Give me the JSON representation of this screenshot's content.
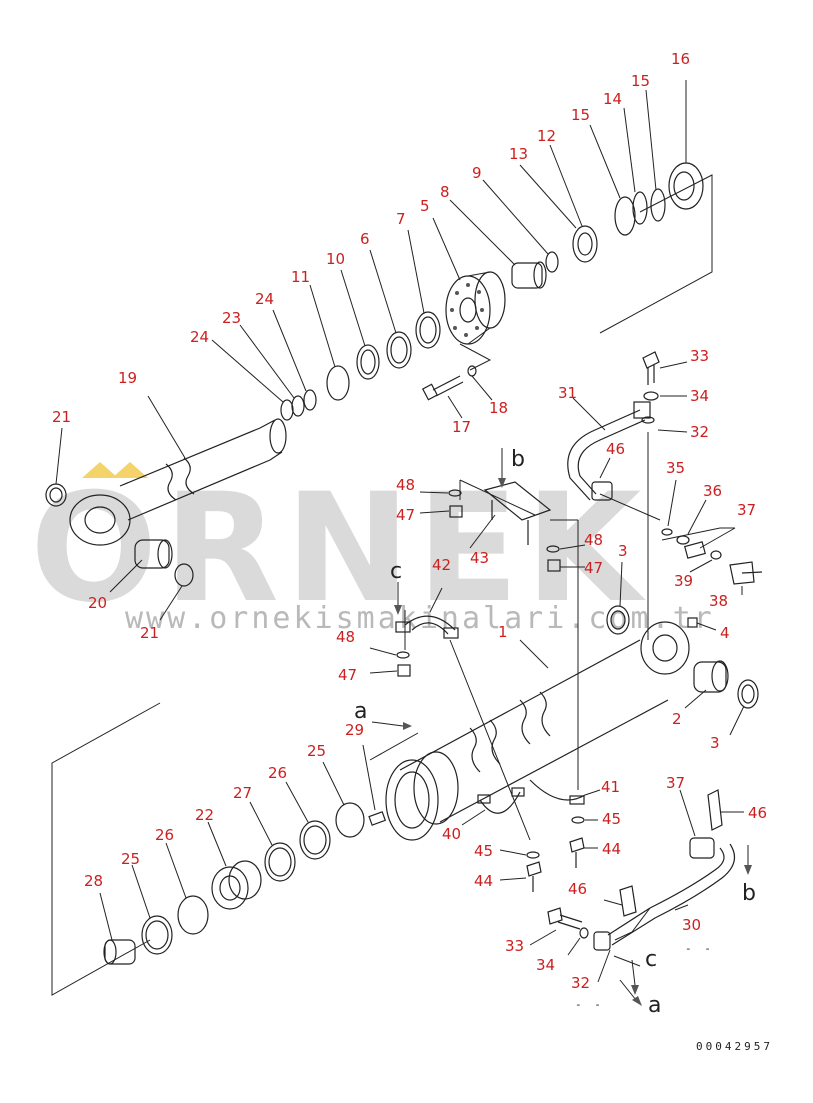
{
  "watermark": {
    "brand": "ORNEK",
    "url": "www.ornekismakinalari.com.tr",
    "dots_color": "#f3d36a"
  },
  "drawing_number": "00042957",
  "callouts": [
    {
      "id": "c16",
      "text": "16"
    },
    {
      "id": "c15a",
      "text": "15"
    },
    {
      "id": "c14",
      "text": "14"
    },
    {
      "id": "c15b",
      "text": "15"
    },
    {
      "id": "c12",
      "text": "12"
    },
    {
      "id": "c13",
      "text": "13"
    },
    {
      "id": "c9",
      "text": "9"
    },
    {
      "id": "c8",
      "text": "8"
    },
    {
      "id": "c5",
      "text": "5"
    },
    {
      "id": "c7",
      "text": "7"
    },
    {
      "id": "c6",
      "text": "6"
    },
    {
      "id": "c10",
      "text": "10"
    },
    {
      "id": "c11",
      "text": "11"
    },
    {
      "id": "c24a",
      "text": "24"
    },
    {
      "id": "c23",
      "text": "23"
    },
    {
      "id": "c24b",
      "text": "24"
    },
    {
      "id": "c19",
      "text": "19"
    },
    {
      "id": "c21a",
      "text": "21"
    },
    {
      "id": "c20",
      "text": "20"
    },
    {
      "id": "c21b",
      "text": "21"
    },
    {
      "id": "c17",
      "text": "17"
    },
    {
      "id": "c18",
      "text": "18"
    },
    {
      "id": "c33a",
      "text": "33"
    },
    {
      "id": "c34a",
      "text": "34"
    },
    {
      "id": "c31",
      "text": "31"
    },
    {
      "id": "c32a",
      "text": "32"
    },
    {
      "id": "c46a",
      "text": "46"
    },
    {
      "id": "c35",
      "text": "35"
    },
    {
      "id": "c36",
      "text": "36"
    },
    {
      "id": "c37a",
      "text": "37"
    },
    {
      "id": "c39",
      "text": "39"
    },
    {
      "id": "c38",
      "text": "38"
    },
    {
      "id": "c48a",
      "text": "48"
    },
    {
      "id": "c47a",
      "text": "47"
    },
    {
      "id": "c43",
      "text": "43"
    },
    {
      "id": "c48b",
      "text": "48"
    },
    {
      "id": "c3a",
      "text": "3"
    },
    {
      "id": "c47b",
      "text": "47"
    },
    {
      "id": "c42",
      "text": "42"
    },
    {
      "id": "c48c",
      "text": "48"
    },
    {
      "id": "c47c",
      "text": "47"
    },
    {
      "id": "c1",
      "text": "1"
    },
    {
      "id": "c4",
      "text": "4"
    },
    {
      "id": "c2",
      "text": "2"
    },
    {
      "id": "c3b",
      "text": "3"
    },
    {
      "id": "c29",
      "text": "29"
    },
    {
      "id": "c25a",
      "text": "25"
    },
    {
      "id": "c26a",
      "text": "26"
    },
    {
      "id": "c27",
      "text": "27"
    },
    {
      "id": "c22",
      "text": "22"
    },
    {
      "id": "c26b",
      "text": "26"
    },
    {
      "id": "c25b",
      "text": "25"
    },
    {
      "id": "c28",
      "text": "28"
    },
    {
      "id": "c41",
      "text": "41"
    },
    {
      "id": "c45a",
      "text": "45"
    },
    {
      "id": "c40",
      "text": "40"
    },
    {
      "id": "c45b",
      "text": "45"
    },
    {
      "id": "c44a",
      "text": "44"
    },
    {
      "id": "c44b",
      "text": "44"
    },
    {
      "id": "c37b",
      "text": "37"
    },
    {
      "id": "c46b",
      "text": "46"
    },
    {
      "id": "c30",
      "text": "30"
    },
    {
      "id": "c46c",
      "text": "46"
    },
    {
      "id": "c33b",
      "text": "33"
    },
    {
      "id": "c34b",
      "text": "34"
    },
    {
      "id": "c32b",
      "text": "32"
    }
  ],
  "view_letters": [
    {
      "id": "lb1",
      "text": "b"
    },
    {
      "id": "lc1",
      "text": "c"
    },
    {
      "id": "la1",
      "text": "a"
    },
    {
      "id": "lb2",
      "text": "b"
    },
    {
      "id": "lc2",
      "text": "c"
    },
    {
      "id": "la2",
      "text": "a"
    }
  ]
}
